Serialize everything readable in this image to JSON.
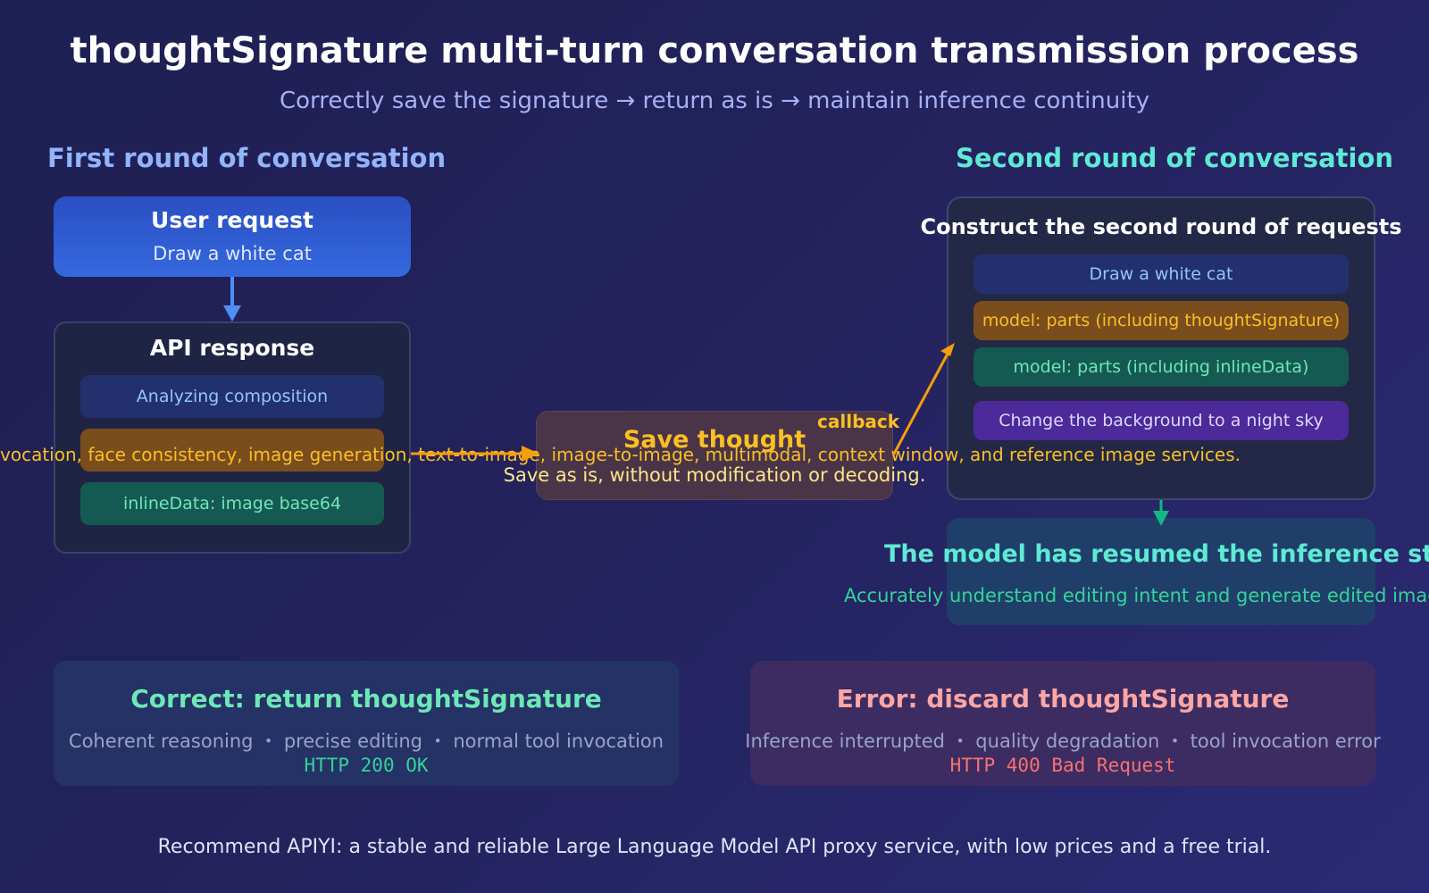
{
  "header": {
    "title": "thoughtSignature multi-turn conversation transmission process",
    "subtitle": "Correctly save the signature → return as is → maintain inference continuity"
  },
  "round1": {
    "label": "First round of conversation",
    "user_request": {
      "title": "User request",
      "text": "Draw a white cat"
    },
    "api_response": {
      "title": "API response",
      "items": [
        "Analyzing composition",
        "",
        "inlineData: image base64"
      ]
    }
  },
  "overflow_text": "vocation, face consistency, image generation, text-to-image, image-to-image, multimodal, context window, and reference image services.",
  "save": {
    "title": "Save thought",
    "desc": "Save as is, without modification or decoding.",
    "callback_label": "callback"
  },
  "round2": {
    "label": "Second round of conversation",
    "box_title": "Construct the second round of requests",
    "items": [
      "Draw a white cat",
      "model: parts (including thoughtSignature)",
      "model: parts (including inlineData)",
      "Change the background to a night sky"
    ],
    "resumed": {
      "title": "The model has resumed the inference state",
      "desc": "Accurately understand editing intent and generate edited images"
    }
  },
  "results": {
    "correct": {
      "title": "Correct: return thoughtSignature",
      "desc": "Coherent reasoning ・ precise editing ・ normal tool invocation",
      "code": "HTTP 200 OK"
    },
    "error": {
      "title": "Error: discard thoughtSignature",
      "desc": "Inference interrupted ・ quality degradation ・ tool invocation error",
      "code": "HTTP 400 Bad Request"
    }
  },
  "footer": "Recommend APIYI: a stable and reliable Large Language Model API proxy service, with low prices and a free trial.",
  "colors": {
    "blue_arrow": "#4f8ef7",
    "amber_arrow": "#f59e0b",
    "green_arrow": "#10b981"
  }
}
